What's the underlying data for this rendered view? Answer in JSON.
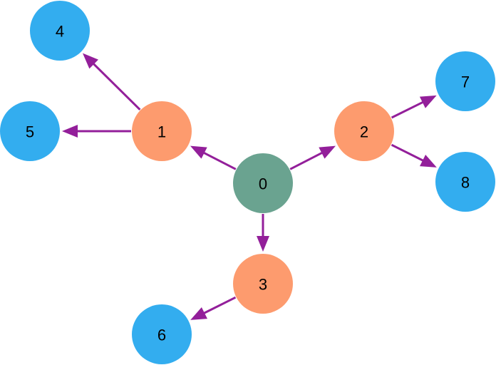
{
  "diagram": {
    "type": "directed-tree",
    "colors": {
      "root": "#6aa390",
      "level1": "#fd9b6e",
      "leaf": "#33adef",
      "edge": "#931f9a",
      "label": "#000000"
    },
    "nodes": [
      {
        "id": "0",
        "label": "0",
        "level": "root"
      },
      {
        "id": "1",
        "label": "1",
        "level": "level1"
      },
      {
        "id": "2",
        "label": "2",
        "level": "level1"
      },
      {
        "id": "3",
        "label": "3",
        "level": "level1"
      },
      {
        "id": "4",
        "label": "4",
        "level": "leaf"
      },
      {
        "id": "5",
        "label": "5",
        "level": "leaf"
      },
      {
        "id": "6",
        "label": "6",
        "level": "leaf"
      },
      {
        "id": "7",
        "label": "7",
        "level": "leaf"
      },
      {
        "id": "8",
        "label": "8",
        "level": "leaf"
      }
    ],
    "edges": [
      {
        "from": "0",
        "to": "1"
      },
      {
        "from": "0",
        "to": "2"
      },
      {
        "from": "0",
        "to": "3"
      },
      {
        "from": "1",
        "to": "4"
      },
      {
        "from": "1",
        "to": "5"
      },
      {
        "from": "2",
        "to": "7"
      },
      {
        "from": "2",
        "to": "8"
      },
      {
        "from": "3",
        "to": "6"
      }
    ]
  }
}
